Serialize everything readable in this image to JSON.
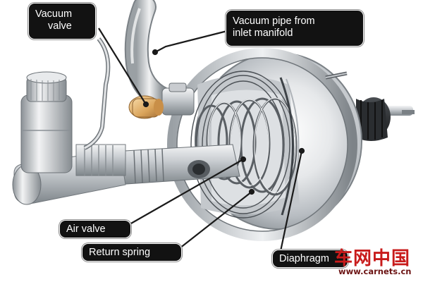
{
  "labels": {
    "vacuum_valve": [
      "Vacuum",
      "valve"
    ],
    "vacuum_pipe": [
      "Vacuum pipe from",
      "inlet manifold"
    ],
    "air_valve": "Air valve",
    "return_spring": "Return spring",
    "diaphragm": "Diaphragm"
  },
  "watermark": {
    "brand_cn": "车网中国",
    "url": "www.carnets.cn"
  },
  "colors": {
    "callout_bg": "#121212",
    "callout_text": "#ffffff",
    "leader_line": "#1a1a1a",
    "valve_brass": "#d9a35a",
    "watermark_red": "#c81b1b"
  }
}
